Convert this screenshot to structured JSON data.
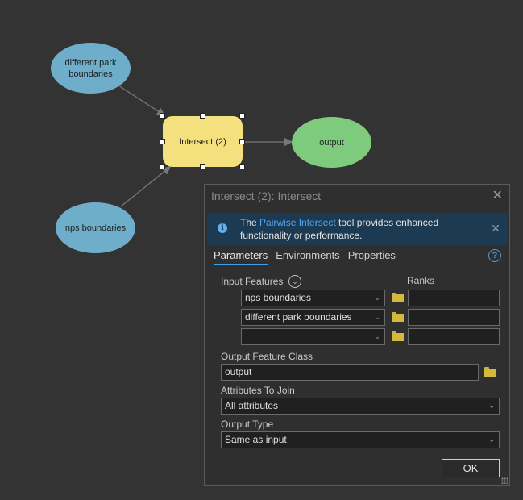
{
  "model": {
    "nodes": {
      "input1": "different park boundaries",
      "input2": "nps boundaries",
      "tool": "Intersect (2)",
      "output": "output"
    },
    "colors": {
      "input": "#6eaecb",
      "tool": "#f4e07c",
      "output": "#7fcb7e",
      "background": "#333333"
    }
  },
  "dialog": {
    "title": "Intersect (2): Intersect",
    "banner": {
      "pre": "The ",
      "link": "Pairwise Intersect",
      "post": " tool provides enhanced functionality or performance."
    },
    "tabs": [
      "Parameters",
      "Environments",
      "Properties"
    ],
    "input_features_label": "Input Features",
    "ranks_label": "Ranks",
    "input_rows": [
      {
        "value": "nps boundaries",
        "rank": ""
      },
      {
        "value": "different park boundaries",
        "rank": ""
      },
      {
        "value": "",
        "rank": ""
      }
    ],
    "output_fc_label": "Output Feature Class",
    "output_fc_value": "output",
    "attributes_label": "Attributes To Join",
    "attributes_value": "All attributes",
    "output_type_label": "Output Type",
    "output_type_value": "Same as input",
    "ok_label": "OK"
  }
}
